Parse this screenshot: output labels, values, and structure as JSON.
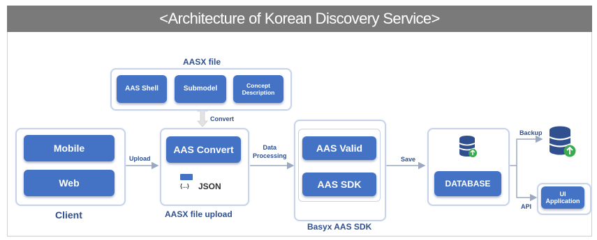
{
  "title": "<Architecture of Korean Discovery Service>",
  "aasx_file": {
    "label": "AASX file",
    "items": [
      "AAS Shell",
      "Submodel",
      "Concept\nDescription"
    ]
  },
  "client": {
    "label": "Client",
    "buttons": [
      "Mobile",
      "Web"
    ]
  },
  "upload_panel": {
    "label": "AASX file upload",
    "convert_button": "AAS Convert",
    "json_label": "JSON",
    "json_bracket": "{...}"
  },
  "basyx": {
    "label": "Basyx AAS SDK",
    "valid_button": "AAS Valid",
    "sdk_button": "AAS SDK"
  },
  "database": {
    "label": "DATABASE"
  },
  "ui_app": {
    "label": "UI\nApplication"
  },
  "edges": {
    "convert": "Convert",
    "upload": "Upload",
    "data_processing": "Data\nProcessing",
    "save": "Save",
    "backup": "Backup",
    "api": "API"
  },
  "colors": {
    "button": "#4472c4",
    "panel_border": "#c7d3ea",
    "label": "#2f4f8f",
    "title_bg": "#7a7a7a",
    "db_green": "#3cab4e"
  }
}
